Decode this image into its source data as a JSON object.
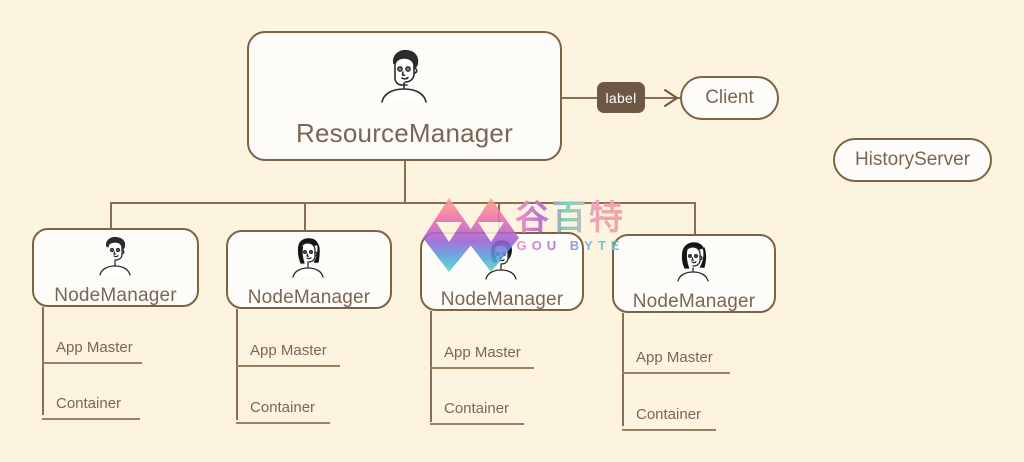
{
  "diagram": {
    "background_color": "#FCF4DF",
    "border_color": "#7E6244",
    "text_color": "#7A6753",
    "node_fill": "#FDFCF8",
    "badge_color": "#6E5843"
  },
  "root": {
    "title": "ResourceManager",
    "avatar_icon": "person-curly-hair-avatar"
  },
  "edge": {
    "label": "label",
    "arrow_icon": "arrow-right-icon"
  },
  "client": {
    "title": "Client"
  },
  "history_server": {
    "title": "HistoryServer"
  },
  "node_managers": [
    {
      "title": "NodeManager",
      "avatar_icon": "person-short-hair-avatar",
      "children": [
        {
          "title": "App Master"
        },
        {
          "title": "Container"
        }
      ]
    },
    {
      "title": "NodeManager",
      "avatar_icon": "person-long-hair-avatar",
      "children": [
        {
          "title": "App Master"
        },
        {
          "title": "Container"
        }
      ]
    },
    {
      "title": "NodeManager",
      "avatar_icon": "person-short-dark-hair-avatar",
      "children": [
        {
          "title": "App Master"
        },
        {
          "title": "Container"
        }
      ]
    },
    {
      "title": "NodeManager",
      "avatar_icon": "person-bob-hair-avatar",
      "children": [
        {
          "title": "App Master"
        },
        {
          "title": "Container"
        }
      ]
    }
  ],
  "watermark": {
    "cn_text": "谷百特",
    "en_text": "GOU BYTE",
    "logo_icon": "gou-byte-gradient-logo"
  }
}
